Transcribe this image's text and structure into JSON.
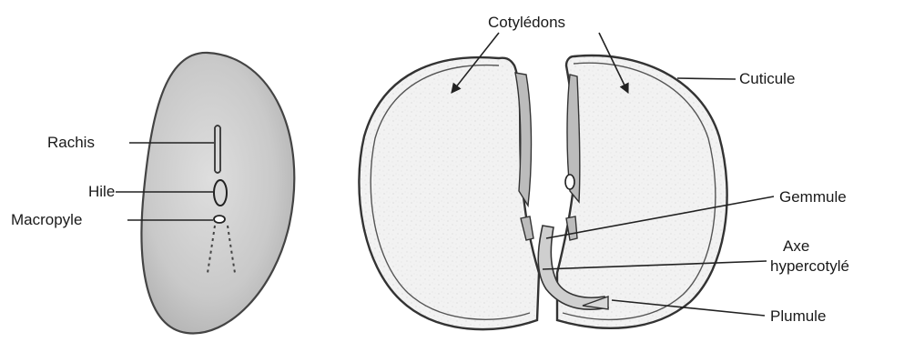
{
  "diagram": {
    "labels": {
      "rachis": "Rachis",
      "hile": "Hile",
      "macropyle": "Macropyle",
      "cotyledons": "Cotylédons",
      "cuticule": "Cuticule",
      "gemmule": "Gemmule",
      "axe_line1": "Axe",
      "axe_line2": "hypercotylé",
      "plumule": "Plumule"
    }
  }
}
